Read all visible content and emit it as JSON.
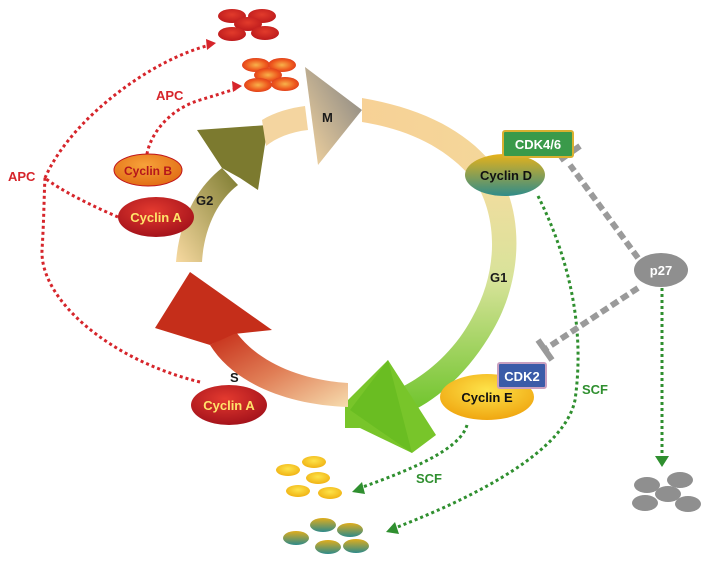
{
  "phases": {
    "m": "M",
    "g1": "G1",
    "s": "S",
    "g2": "G2"
  },
  "cyclins": {
    "cyclin_d": "Cyclin D",
    "cyclin_e": "Cyclin E",
    "cyclin_a_s": "Cyclin A",
    "cyclin_a_g2": "Cyclin A",
    "cyclin_b": "Cyclin B"
  },
  "kinases": {
    "cdk46": "CDK4/6",
    "cdk2": "CDK2"
  },
  "inhibitor": {
    "p27": "p27"
  },
  "ligases": {
    "apc_outer": "APC",
    "apc_inner": "APC",
    "scf_e": "SCF",
    "scf_d": "SCF"
  },
  "colors": {
    "degradation_apc": "#d6252b",
    "degradation_scf": "#2f8f2f",
    "inhibition": "#9a9a9a",
    "cyclin_a": "#c0141b",
    "cyclin_b": "#f08a1c",
    "cyclin_e": "#f5c30e",
    "cdk46_box": "#3a9a4a",
    "cdk2_box": "#3b5ba8",
    "p27": "#8f8f8f"
  }
}
